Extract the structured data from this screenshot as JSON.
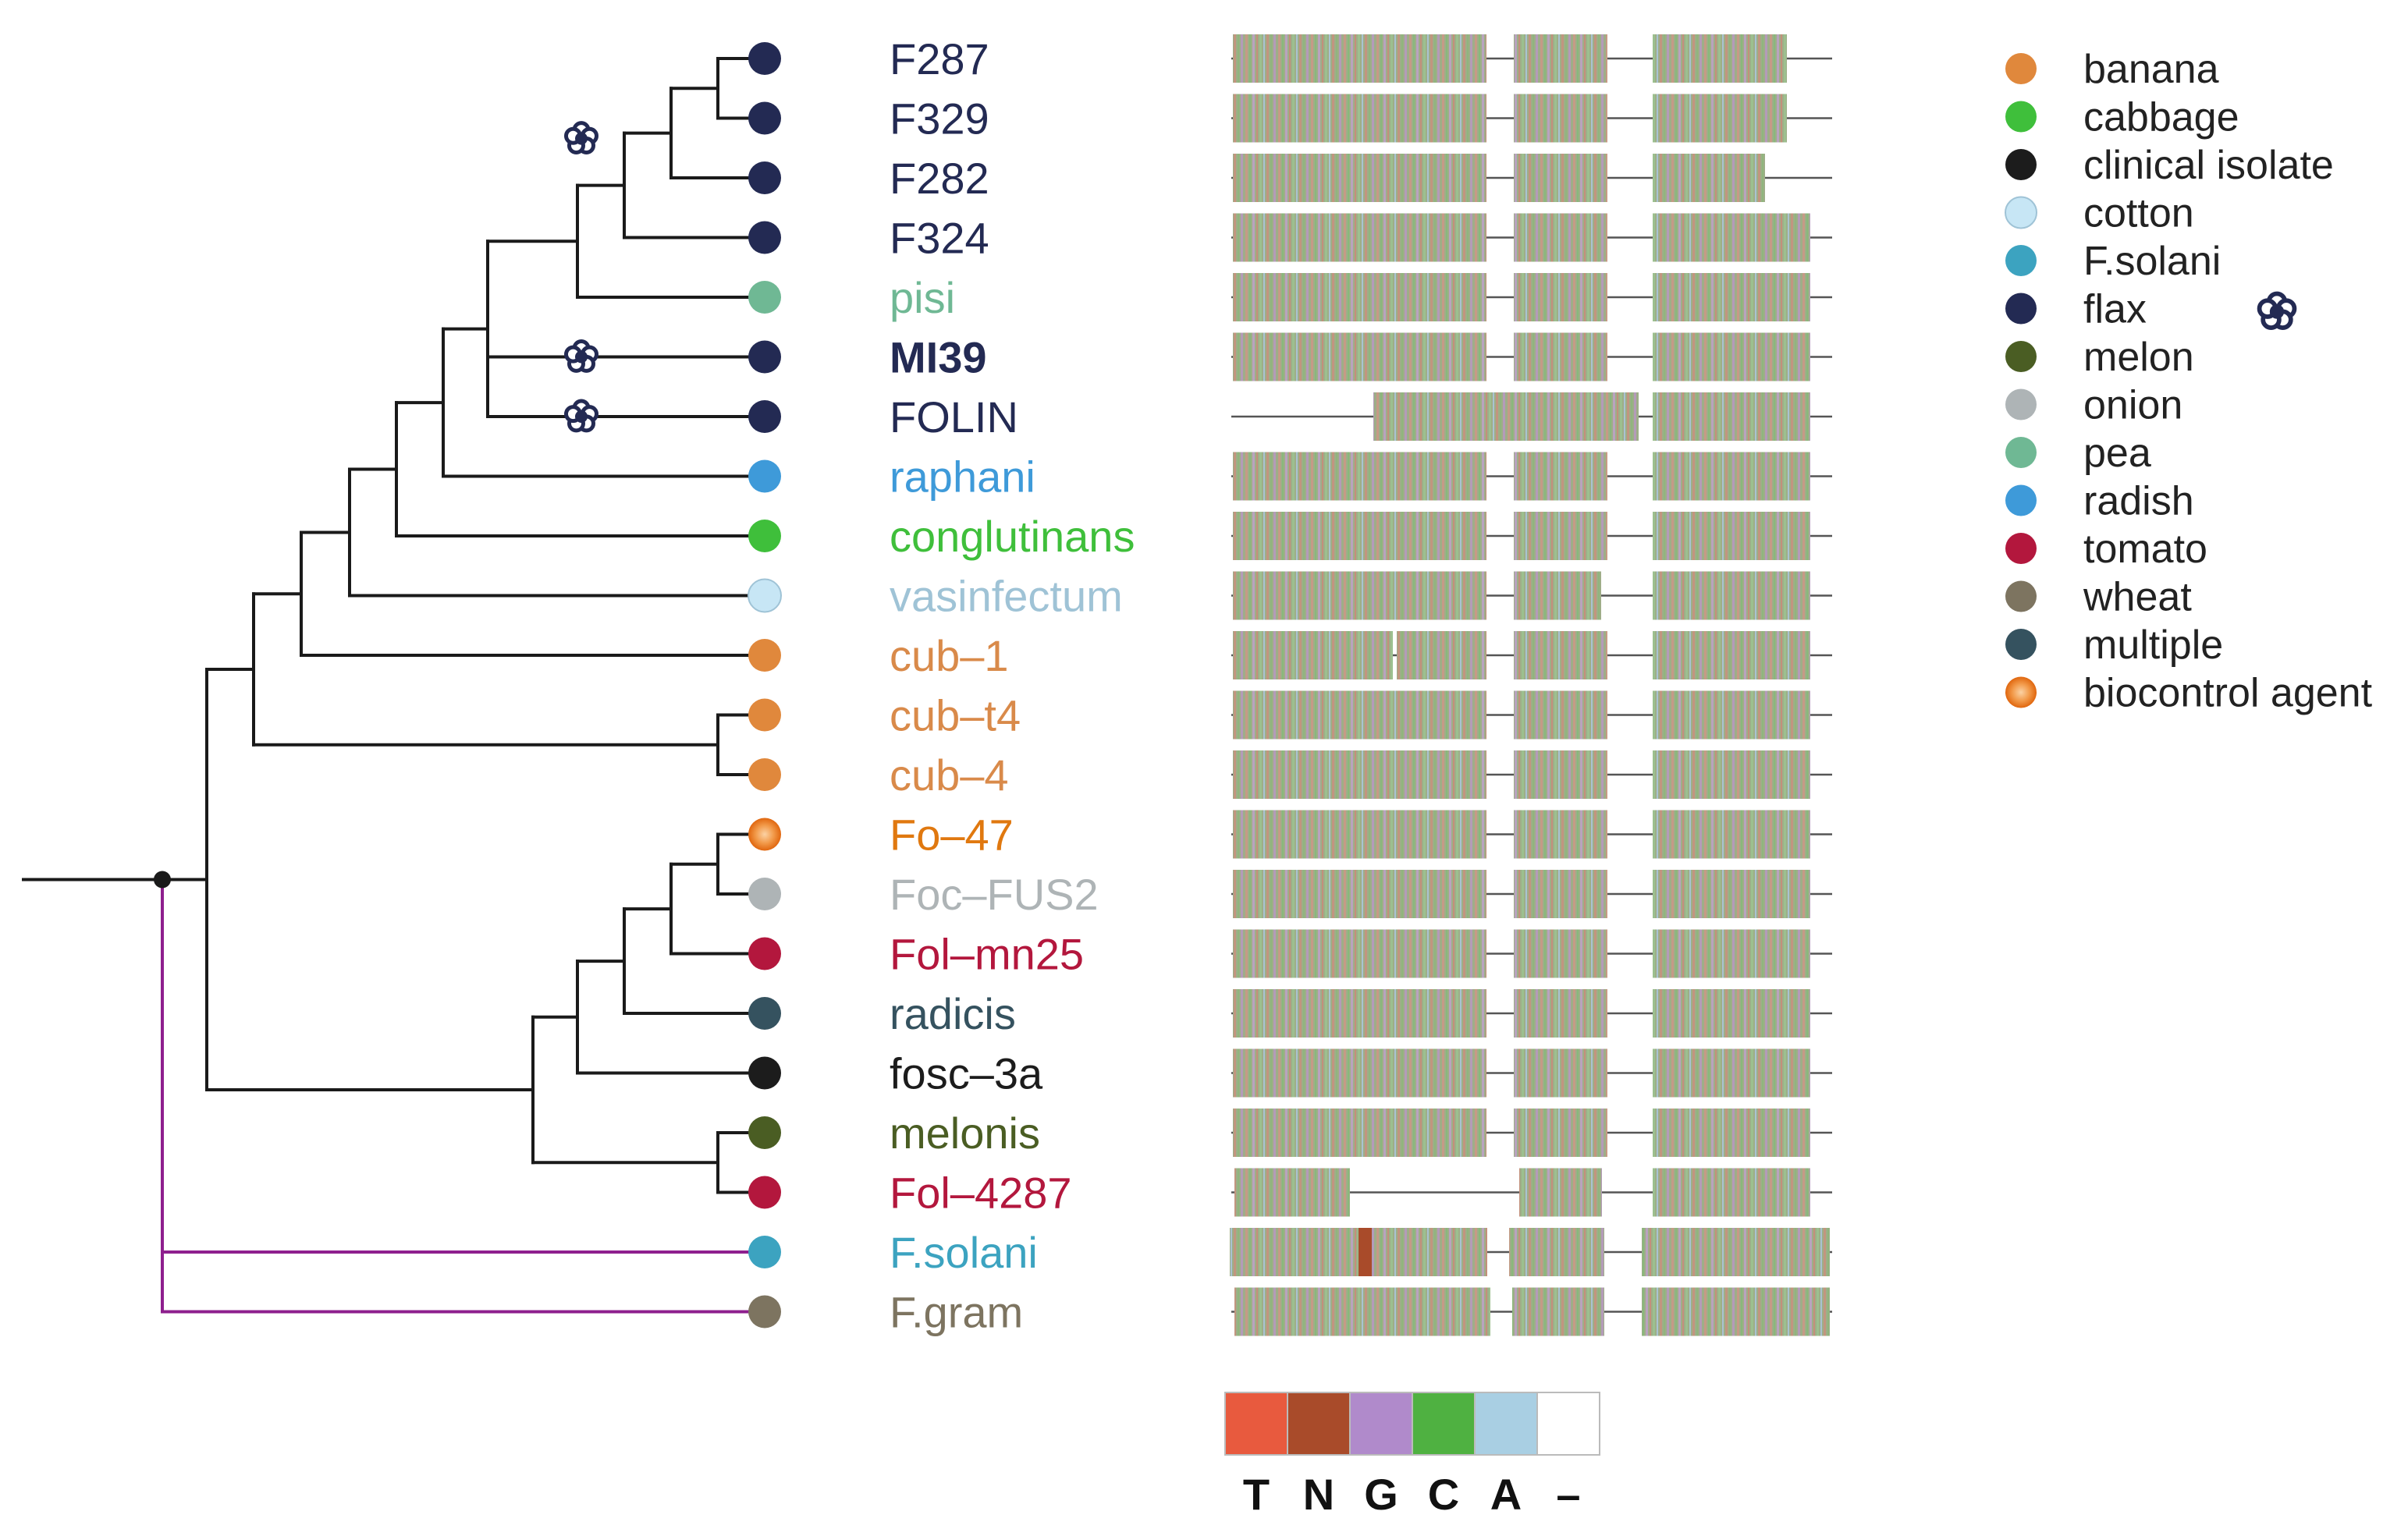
{
  "colors": {
    "banana": "#e0883c",
    "cabbage": "#3fbf3b",
    "clinical isolate": "#1c1c1c",
    "cotton": "#c7e6f5",
    "F.solani": "#3ca3c0",
    "flax": "#232a53",
    "melon": "#4a5d23",
    "onion": "#aeb4b6",
    "pea": "#6fb894",
    "radish": "#3e9ad9",
    "tomato": "#b3173d",
    "wheat": "#7d7460",
    "multiple": "#35525f",
    "biocontrol agent": "#ee7d22"
  },
  "legend": {
    "items": [
      {
        "label": "banana",
        "color": "#e0883c",
        "gradient": false
      },
      {
        "label": "cabbage",
        "color": "#3fbf3b",
        "gradient": false
      },
      {
        "label": "clinical isolate",
        "color": "#1c1c1c",
        "gradient": false
      },
      {
        "label": "cotton",
        "color": "#c7e6f5",
        "gradient": false
      },
      {
        "label": "F.solani",
        "color": "#3ca3c0",
        "gradient": false
      },
      {
        "label": "flax",
        "color": "#232a53",
        "gradient": false,
        "icon": "flax-flower-icon"
      },
      {
        "label": "melon",
        "color": "#4a5d23",
        "gradient": false
      },
      {
        "label": "onion",
        "color": "#aeb4b6",
        "gradient": false
      },
      {
        "label": "pea",
        "color": "#6fb894",
        "gradient": false
      },
      {
        "label": "radish",
        "color": "#3e9ad9",
        "gradient": false
      },
      {
        "label": "tomato",
        "color": "#b3173d",
        "gradient": false
      },
      {
        "label": "wheat",
        "color": "#7d7460",
        "gradient": false
      },
      {
        "label": "multiple",
        "color": "#35525f",
        "gradient": false
      },
      {
        "label": "biocontrol agent",
        "color": "#ee7d22",
        "gradient": true
      }
    ]
  },
  "taxa": [
    {
      "name": "F287",
      "host": "flax",
      "label_color": "#232a53",
      "bold": false,
      "flower_icon": false
    },
    {
      "name": "F329",
      "host": "flax",
      "label_color": "#232a53",
      "bold": false,
      "flower_icon": false
    },
    {
      "name": "F282",
      "host": "flax",
      "label_color": "#232a53",
      "bold": false,
      "flower_icon": false
    },
    {
      "name": "F324",
      "host": "flax",
      "label_color": "#232a53",
      "bold": false,
      "flower_icon": false
    },
    {
      "name": "pisi",
      "host": "pea",
      "label_color": "#6fb894",
      "bold": false,
      "flower_icon": false
    },
    {
      "name": "MI39",
      "host": "flax",
      "label_color": "#232a53",
      "bold": true,
      "flower_icon": true
    },
    {
      "name": "FOLIN",
      "host": "flax",
      "label_color": "#232a53",
      "bold": false,
      "flower_icon": true
    },
    {
      "name": "raphani",
      "host": "radish",
      "label_color": "#3e9ad9",
      "bold": false,
      "flower_icon": false
    },
    {
      "name": "conglutinans",
      "host": "cabbage",
      "label_color": "#3fbf3b",
      "bold": false,
      "flower_icon": false
    },
    {
      "name": "vasinfectum",
      "host": "cotton",
      "label_color": "#9fc3d6",
      "bold": false,
      "flower_icon": false
    },
    {
      "name": "cub–1",
      "host": "banana",
      "label_color": "#d98a4a",
      "bold": false,
      "flower_icon": false
    },
    {
      "name": "cub–t4",
      "host": "banana",
      "label_color": "#d98a4a",
      "bold": false,
      "flower_icon": false
    },
    {
      "name": "cub–4",
      "host": "banana",
      "label_color": "#d98a4a",
      "bold": false,
      "flower_icon": false
    },
    {
      "name": "Fo–47",
      "host": "biocontrol agent",
      "label_color": "#e0780f",
      "bold": false,
      "flower_icon": false
    },
    {
      "name": "Foc–FUS2",
      "host": "onion",
      "label_color": "#aeb4b6",
      "bold": false,
      "flower_icon": false
    },
    {
      "name": "Fol–mn25",
      "host": "tomato",
      "label_color": "#b3173d",
      "bold": false,
      "flower_icon": false
    },
    {
      "name": "radicis",
      "host": "multiple",
      "label_color": "#35525f",
      "bold": false,
      "flower_icon": false
    },
    {
      "name": "fosc–3a",
      "host": "clinical isolate",
      "label_color": "#1c1c1c",
      "bold": false,
      "flower_icon": false
    },
    {
      "name": "melonis",
      "host": "melon",
      "label_color": "#4a5d23",
      "bold": false,
      "flower_icon": false
    },
    {
      "name": "Fol–4287",
      "host": "tomato",
      "label_color": "#b3173d",
      "bold": false,
      "flower_icon": false
    },
    {
      "name": "F.solani",
      "host": "F.solani",
      "label_color": "#3ca3c0",
      "bold": false,
      "flower_icon": false
    },
    {
      "name": "F.gram",
      "host": "wheat",
      "label_color": "#7d7460",
      "bold": false,
      "flower_icon": false
    }
  ],
  "flower_icon_node": "F282+F287+F329 clade",
  "outgroup_branch_color": "#8e1f8e",
  "nucleotide_key": [
    {
      "label": "T",
      "color": "#e85a3e"
    },
    {
      "label": "N",
      "color": "#a94b2a"
    },
    {
      "label": "G",
      "color": "#b08acb"
    },
    {
      "label": "C",
      "color": "#4fb141"
    },
    {
      "label": "A",
      "color": "#a9cfe3"
    },
    {
      "label": "–",
      "color": "#ffffff"
    }
  ]
}
